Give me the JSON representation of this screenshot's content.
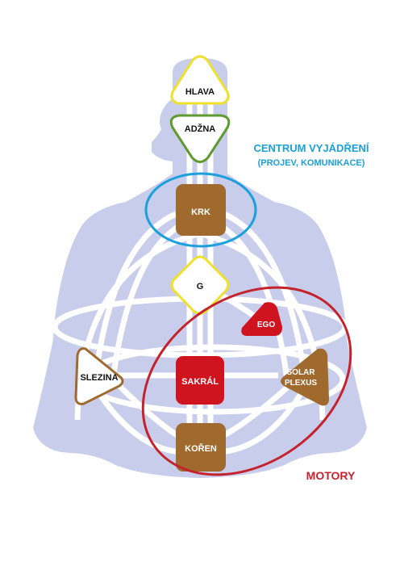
{
  "colors": {
    "body": "#c9cdec",
    "channel": "#ffffff",
    "brown": "#a0692e",
    "red": "#d0141f",
    "yellow": "#efe02c",
    "green": "#5e9a2e",
    "blue": "#1aa0dc",
    "motor_red": "#c4232b",
    "white": "#ffffff"
  },
  "centers": {
    "head": "HLAVA",
    "ajna": "ADŽNA",
    "throat": "KRK",
    "g": "G",
    "ego": "EGO",
    "spleen": "SLEZINA",
    "sacral": "SAKRÁL",
    "solar_line1": "SOLAR",
    "solar_line2": "PLEXUS",
    "root": "KOŘEN"
  },
  "annotations": {
    "expression_title": "CENTRUM VYJÁDŘENÍ",
    "expression_subtitle": "(PROJEV, KOMUNIKACE)",
    "motors": "MOTORY"
  }
}
